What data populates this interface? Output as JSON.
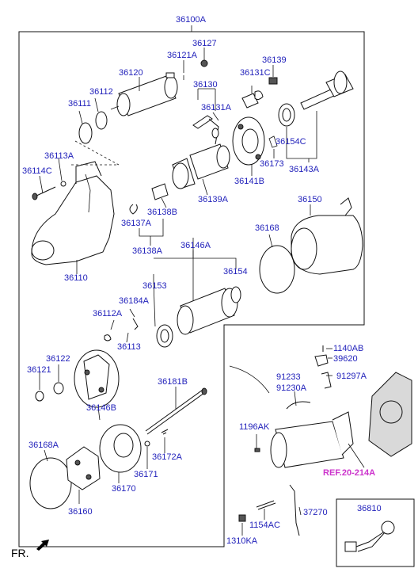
{
  "title_label": "36100A",
  "parts": {
    "p36127": "36127",
    "p36121A": "36121A",
    "p36139": "36139",
    "p36120": "36120",
    "p36131C": "36131C",
    "p36130": "36130",
    "p36112": "36112",
    "p36111": "36111",
    "p36131A": "36131A",
    "p36113A": "36113A",
    "p36154C": "36154C",
    "p36114C": "36114C",
    "p36173": "36173",
    "p36143A": "36143A",
    "p36141B": "36141B",
    "p36139A": "36139A",
    "p36138B": "36138B",
    "p36137A": "36137A",
    "p36150": "36150",
    "p36168": "36168",
    "p36138A": "36138A",
    "p36146A": "36146A",
    "p36154": "36154",
    "p36110": "36110",
    "p36153": "36153",
    "p36184A": "36184A",
    "p36112A": "36112A",
    "p36113": "36113",
    "p1140AB": "1140AB",
    "p39620": "39620",
    "p36122": "36122",
    "p36121": "36121",
    "p91233": "91233",
    "p91230A": "91230A",
    "p91297A": "91297A",
    "p36181B": "36181B",
    "p36146B": "36146B",
    "p1196AK": "1196AK",
    "p36168A": "36168A",
    "p36172A": "36172A",
    "p36171": "36171",
    "p36170": "36170",
    "p36160": "36160",
    "p36810": "36810",
    "p37270": "37270",
    "p1154AC": "1154AC",
    "p1310KA": "1310KA"
  },
  "ref_label": "REF.20-214A",
  "direction_label": "FR."
}
